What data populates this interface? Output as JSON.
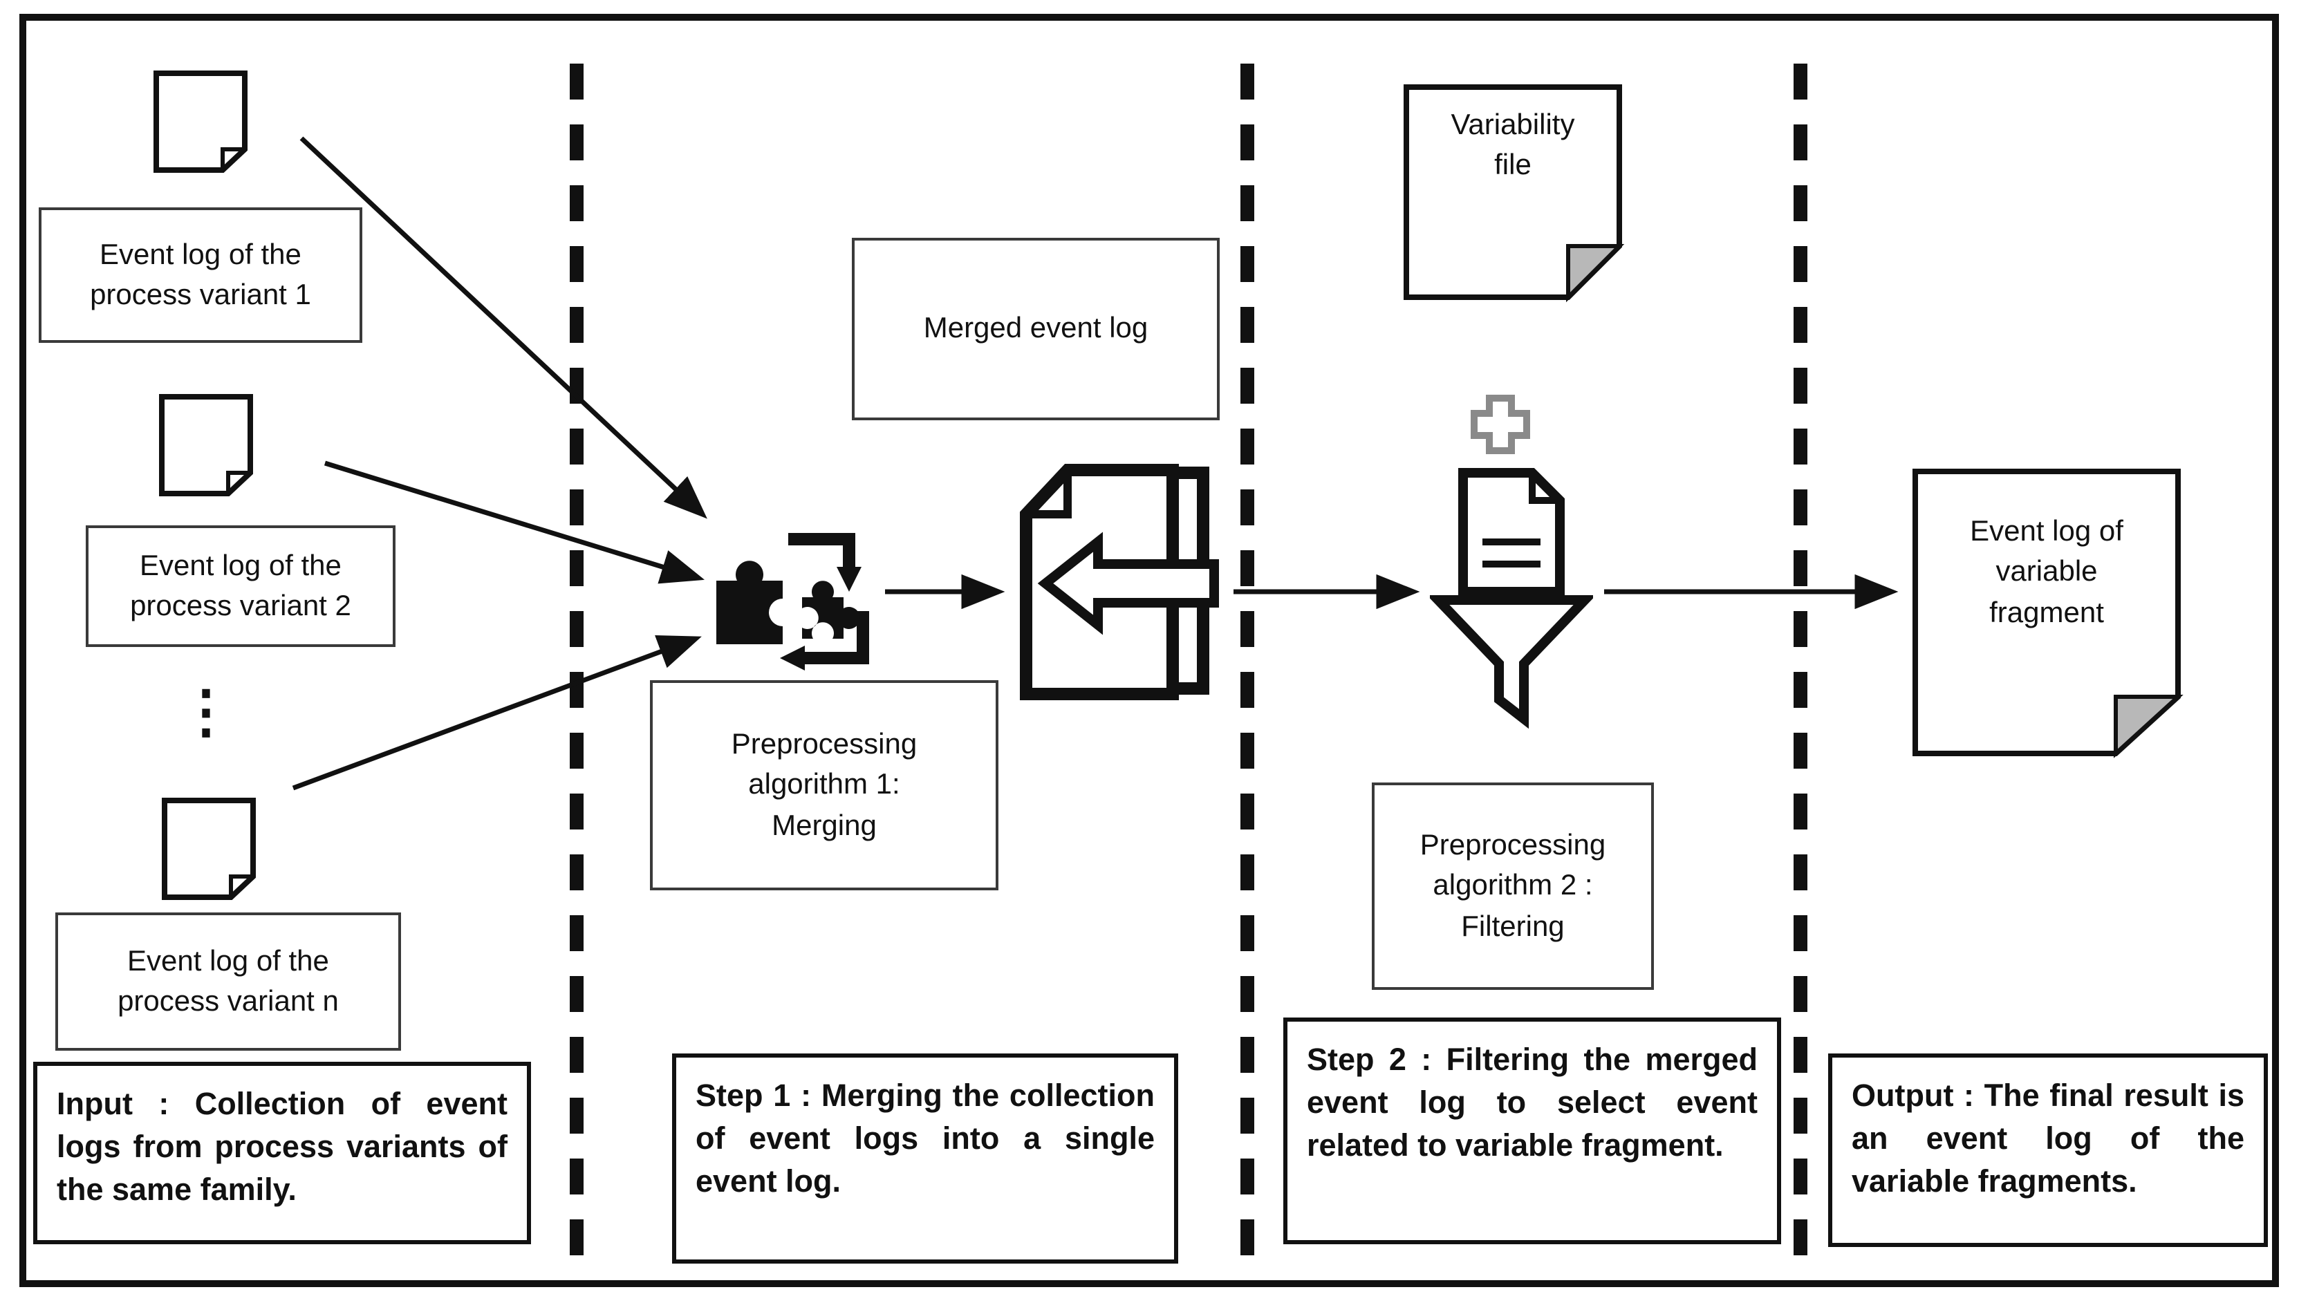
{
  "input_section": {
    "variant1": "Event log of the\nprocess variant 1",
    "variant2": "Event log of the\nprocess variant 2",
    "variant_n": "Event log of the\nprocess variant n",
    "ellipsis": "⋮",
    "summary": "Input : Collection of event logs from process variants of the same family."
  },
  "merge_section": {
    "merged_log_label": "Merged event log",
    "algorithm_label": "Preprocessing\nalgorithm 1:\nMerging",
    "summary": "Step 1 : Merging the collection of event logs into a single event log."
  },
  "filter_section": {
    "variability_file_label": "Variability\nfile",
    "algorithm_label": "Preprocessing\nalgorithm 2 :\nFiltering",
    "summary": "Step 2 : Filtering the merged event log to select event related to variable fragment."
  },
  "output_section": {
    "result_label": "Event log of\nvariable\nfragment",
    "summary": "Output : The final result is an event log of the variable fragments."
  },
  "colors": {
    "line": "#111111",
    "fold_gray": "#b8b8b8",
    "plus_gray": "#8a8a8a"
  }
}
